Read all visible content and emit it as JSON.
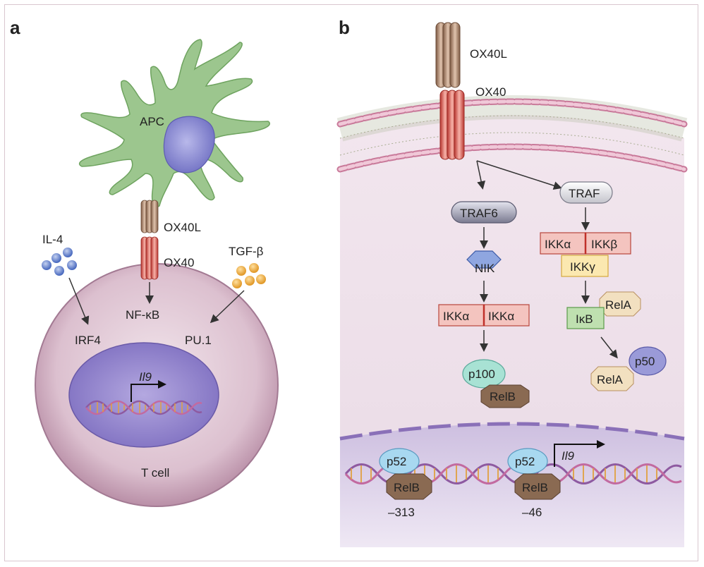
{
  "panel_a": {
    "letter": "a",
    "apc": "APC",
    "ox40l": "OX40L",
    "ox40": "OX40",
    "il4": "IL-4",
    "tgfb": "TGF-β",
    "nfkb": "NF-κB",
    "irf4": "IRF4",
    "pu1": "PU.1",
    "gene": "Il9",
    "tcell": "T cell"
  },
  "panel_b": {
    "letter": "b",
    "ox40l": "OX40L",
    "ox40": "OX40",
    "traf6": "TRAF6",
    "traf": "TRAF",
    "nik": "NIK",
    "ikka_1": "IKKα",
    "ikka_2": "IKKα",
    "ikka_3": "IKKα",
    "ikkb": "IKKβ",
    "ikkg": "IKKγ",
    "relA_1": "RelA",
    "ikb": "IκB",
    "p50": "p50",
    "relA_2": "RelA",
    "p100": "p100",
    "relB_1": "RelB",
    "p52_1": "p52",
    "relB_2": "RelB",
    "p52_2": "p52",
    "relB_3": "RelB",
    "gene": "Il9",
    "pos1": "–313",
    "pos2": "–46"
  },
  "colors": {
    "apc_green": "#9cc68e",
    "apc_nucleus": "#8f8fd4",
    "tcell_pink": "#dcc0cf",
    "tcell_nucleus": "#9b8fd0",
    "ox40l_brown": "#b8957c",
    "ox40_red": "#e8786e",
    "cytoplasm": "#eee2ea",
    "nucleus_region": "#d6cce6",
    "membrane_head": "#d9a0b8"
  }
}
